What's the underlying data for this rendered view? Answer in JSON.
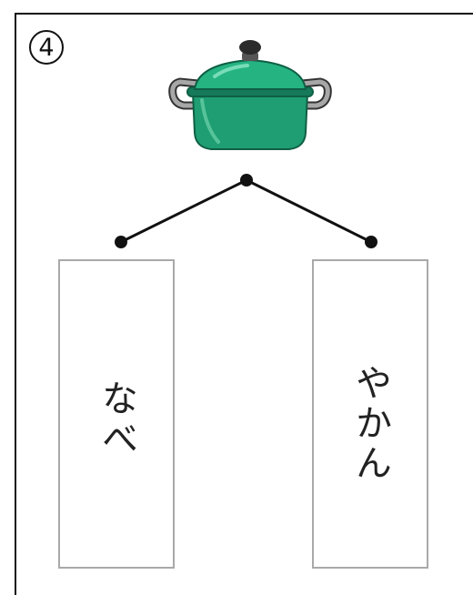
{
  "question": {
    "number": "4"
  },
  "picture": {
    "icon": "pot-icon",
    "colors": {
      "body": "#1e9e72",
      "rim": "#15795a",
      "handles": "#9a9a9a",
      "knob": "#2b2b2b"
    }
  },
  "choices": [
    {
      "label": "なべ"
    },
    {
      "label": "やかん"
    }
  ]
}
